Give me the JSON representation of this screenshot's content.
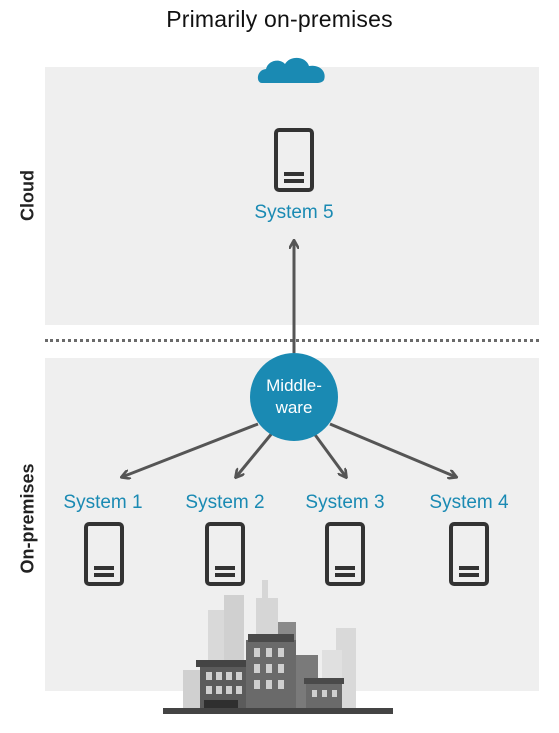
{
  "title": "Primarily on-premises",
  "zones": {
    "cloud": "Cloud",
    "onprem": "On-premises"
  },
  "hub": {
    "label_line1": "Middle-",
    "label_line2": "ware"
  },
  "systems": [
    {
      "label": "System 5",
      "zone": "cloud"
    },
    {
      "label": "System 1",
      "zone": "onprem"
    },
    {
      "label": "System 2",
      "zone": "onprem"
    },
    {
      "label": "System 3",
      "zone": "onprem"
    },
    {
      "label": "System 4",
      "zone": "onprem"
    }
  ],
  "colors": {
    "accent": "#1a8ab3",
    "zone_bg": "#efefef",
    "arrow": "#555555",
    "icon": "#333333"
  },
  "icons": [
    "cloud-icon",
    "server-icon",
    "city-buildings-icon"
  ]
}
